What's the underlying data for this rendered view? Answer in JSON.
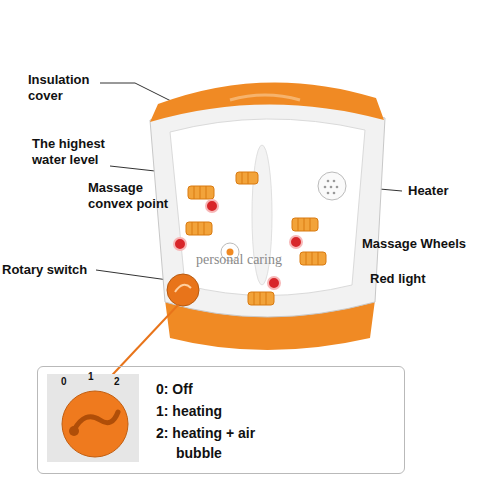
{
  "diagram": {
    "nodes": [
      {
        "text": [
          "0: Off",
          "1: heating",
          "2: heating + air bubble"
        ]
      }
    ],
    "labels": [
      "Insulation cover",
      "The highest water level",
      "Massage convex point",
      "Heater",
      "Massage Wheels",
      "Rotary switch",
      "Red light",
      "0",
      "1",
      "2",
      "personal caring"
    ]
  }
}
